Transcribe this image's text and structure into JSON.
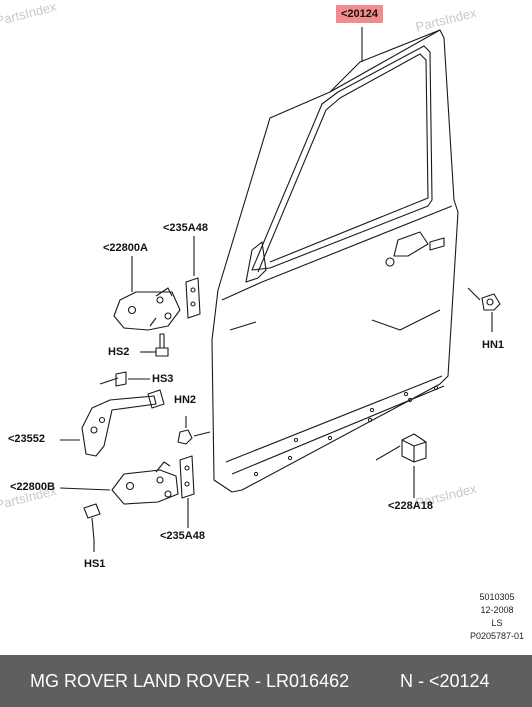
{
  "watermark": {
    "text": "PartsIndex"
  },
  "callouts": {
    "door": "<20124",
    "bracket_upper": "<235A48",
    "hinge_upper": "<22800A",
    "bolt_hs2": "HS2",
    "bolt_hs3": "HS3",
    "nut_hn2": "HN2",
    "check_strap": "<23552",
    "hinge_lower": "<22800B",
    "bolt_hs1": "HS1",
    "bracket_lower": "<235A48",
    "nut_hn1": "HN1",
    "bumper": "<228A18"
  },
  "stamp": {
    "code": "5010305",
    "date": "12-2008",
    "initials": "LS",
    "ref": "P0205787-01"
  },
  "footer": {
    "brands_part": "MG ROVER LAND ROVER - LR016462",
    "position": "N - <20124"
  },
  "colors": {
    "highlight": "#f28b8b",
    "footer_bg": "#5f5f5f",
    "watermark": "#c9c9c9"
  }
}
